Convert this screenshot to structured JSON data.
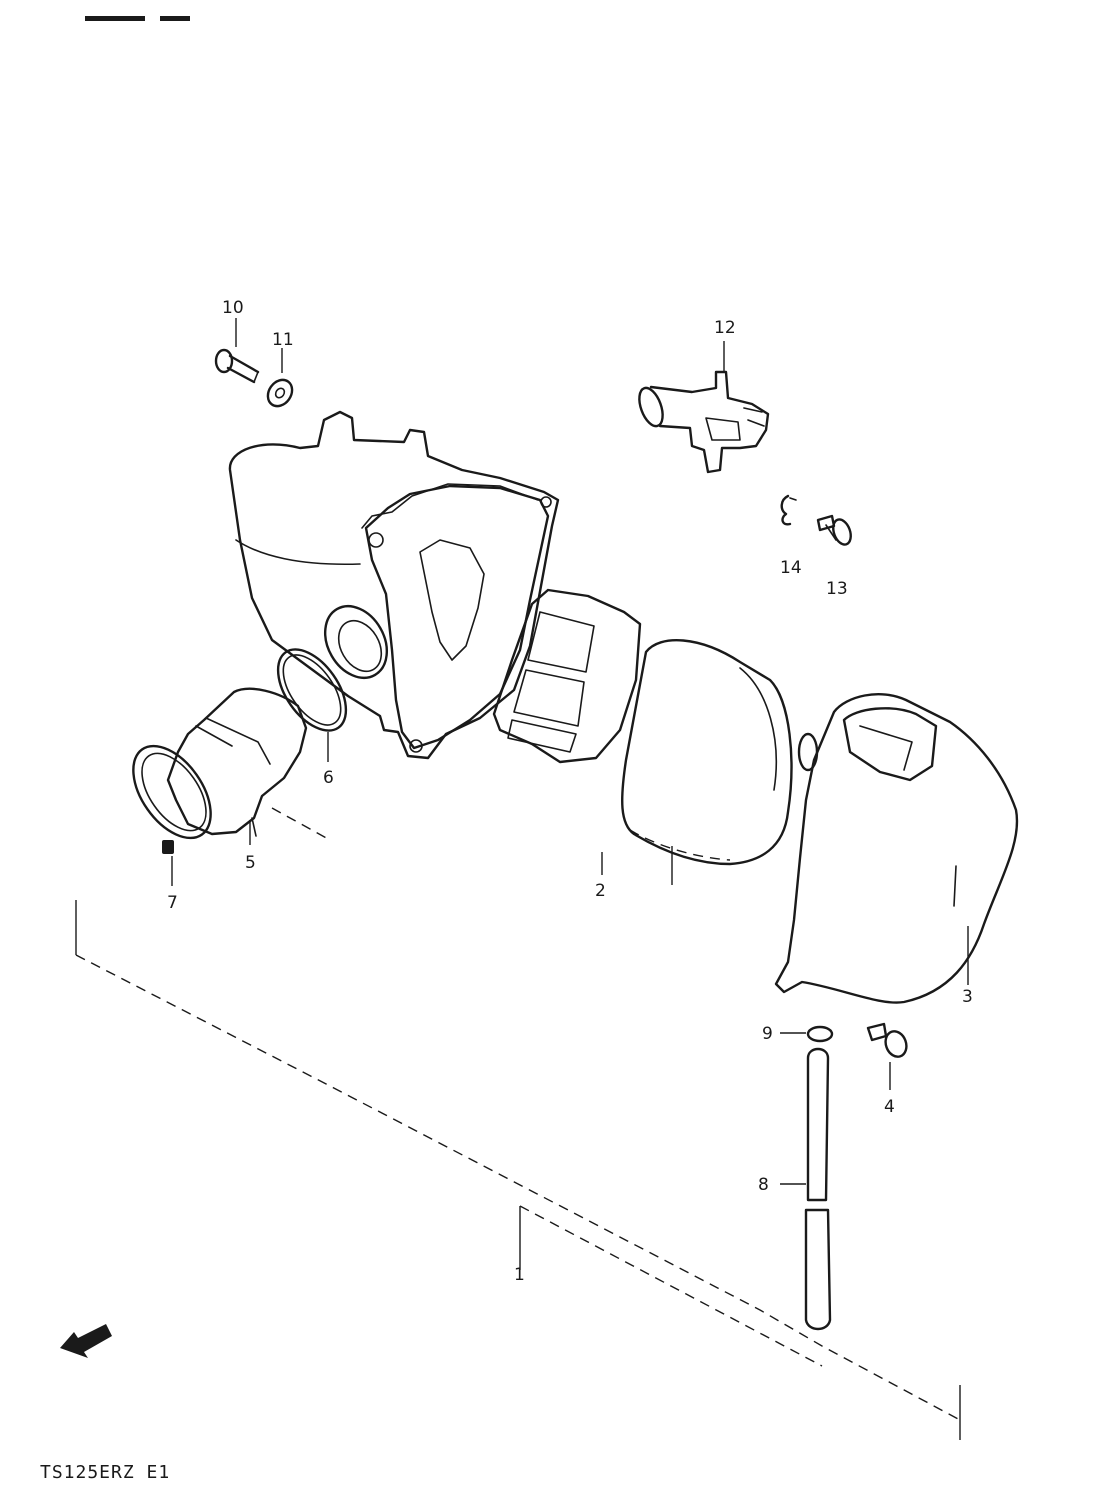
{
  "diagram": {
    "model_code": "TS125ERZ E1",
    "parts": [
      {
        "id": "1",
        "label": "1"
      },
      {
        "id": "2",
        "label": "2"
      },
      {
        "id": "3",
        "label": "3"
      },
      {
        "id": "4",
        "label": "4"
      },
      {
        "id": "5",
        "label": "5"
      },
      {
        "id": "6",
        "label": "6"
      },
      {
        "id": "7",
        "label": "7"
      },
      {
        "id": "8",
        "label": "8"
      },
      {
        "id": "9",
        "label": "9"
      },
      {
        "id": "10",
        "label": "10"
      },
      {
        "id": "11",
        "label": "11"
      },
      {
        "id": "12",
        "label": "12"
      },
      {
        "id": "13",
        "label": "13"
      },
      {
        "id": "14",
        "label": "14"
      }
    ],
    "ink_color": "#1a1a1a",
    "background_color": "#ffffff"
  }
}
